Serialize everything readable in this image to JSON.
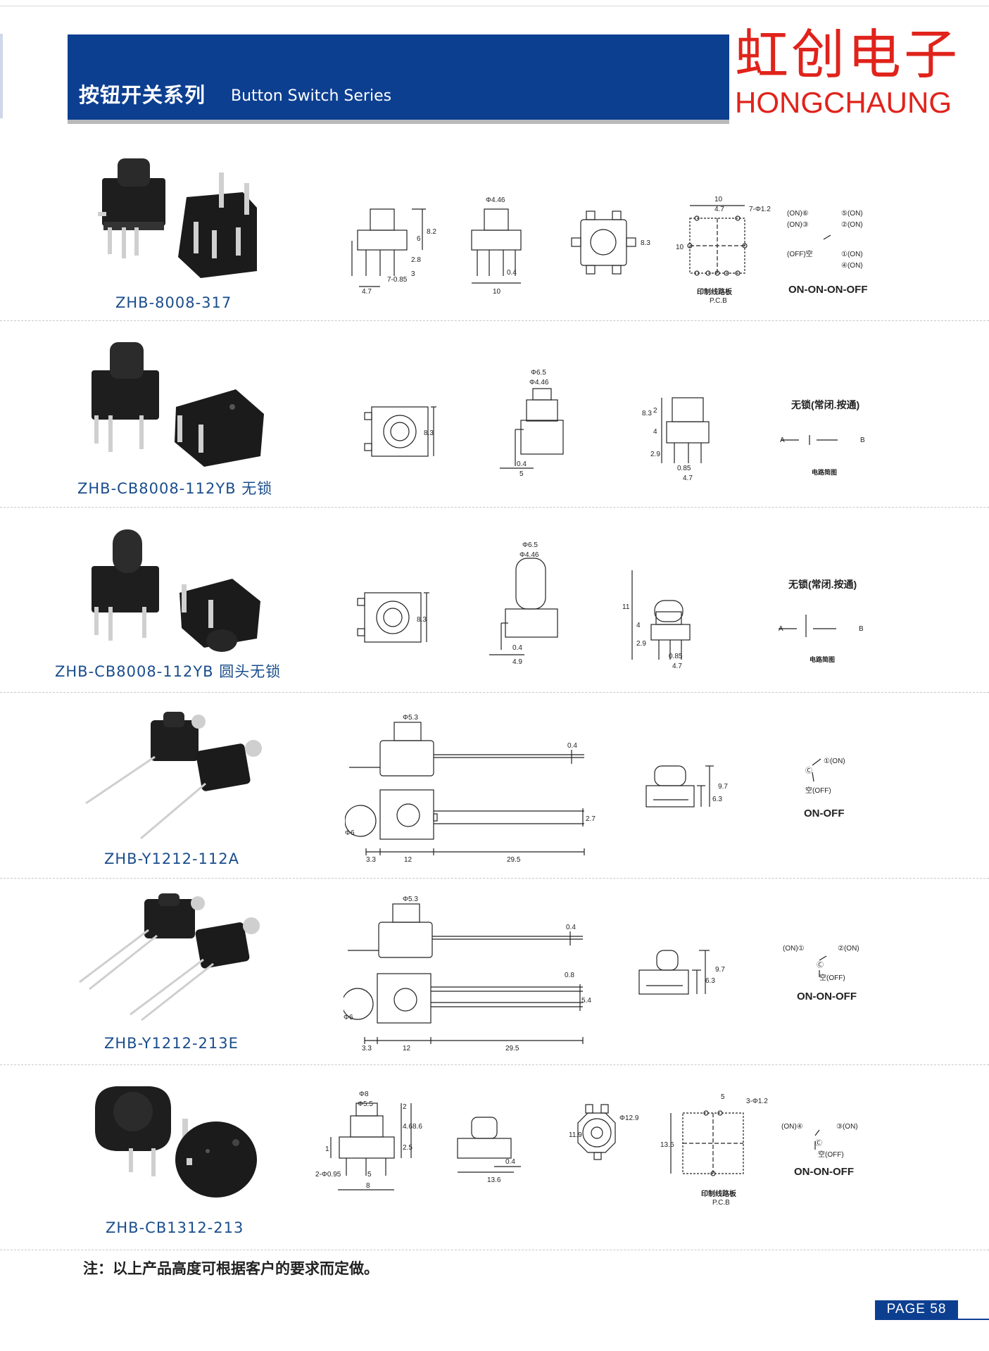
{
  "header": {
    "title_cn": "按钮开关系列",
    "title_en": "Button Switch Series",
    "brand_cn": "虹创电子",
    "brand_en": "HONGCHAUNG"
  },
  "products": [
    {
      "model": "ZHB-8008-317",
      "dims": {
        "d1": "4.7",
        "d2": "7-0.85",
        "d3": "3",
        "d4": "2.8",
        "d5": "6",
        "d6": "8.2",
        "d7": "Φ4.46",
        "d8": "0.4",
        "d9": "10",
        "d10": "8.3",
        "d11": "10",
        "d12": "4.7",
        "d13": "7-Φ1.2",
        "d14": "10"
      },
      "pcb_label_cn": "印制线路板",
      "pcb_label_en": "P.C.B",
      "pins": [
        "(ON)⑥",
        "(ON)③",
        "(OFF)空",
        "⑤(ON)",
        "②(ON)",
        "①(ON)",
        "④(ON)"
      ],
      "circuit": "ON-ON-ON-OFF"
    },
    {
      "model": "ZHB-CB8008-112YB 无锁",
      "dims": {
        "d1": "8.3",
        "d2": "Φ6.5",
        "d3": "Φ4.46",
        "d4": "0.4",
        "d5": "5",
        "d6": "8.3",
        "d7": "2",
        "d8": "4",
        "d9": "2.9",
        "d10": "0.85",
        "d11": "4.7"
      },
      "circuit_title": "无锁(常闭.按通)",
      "circuit_caption": "电路简图",
      "terminals": [
        "A",
        "B"
      ]
    },
    {
      "model": "ZHB-CB8008-112YB 圆头无锁",
      "dims": {
        "d1": "8.3",
        "d2": "Φ6.5",
        "d3": "Φ4.46",
        "d4": "0.4",
        "d5": "4.9",
        "d6": "11",
        "d7": "4",
        "d8": "2.9",
        "d9": "0.85",
        "d10": "4.7"
      },
      "circuit_title": "无锁(常闭.按通)",
      "circuit_caption": "电路简图",
      "terminals": [
        "A",
        "B"
      ]
    },
    {
      "model": "ZHB-Y1212-112A",
      "dims": {
        "d1": "Φ5.3",
        "d2": "0.4",
        "d3": "Φ6",
        "d4": "3.3",
        "d5": "12",
        "d6": "29.5",
        "d7": "2.7",
        "d8": "6.3",
        "d9": "9.7"
      },
      "pins": [
        "①(ON)",
        "Ⓒ",
        "空(OFF)"
      ],
      "circuit": "ON-OFF"
    },
    {
      "model": "ZHB-Y1212-213E",
      "dims": {
        "d1": "Φ5.3",
        "d2": "0.4",
        "d3": "Φ6",
        "d4": "3.3",
        "d5": "12",
        "d6": "29.5",
        "d7": "0.8",
        "d8": "5.4",
        "d9": "6.3",
        "d10": "9.7"
      },
      "pins": [
        "(ON)①",
        "②(ON)",
        "Ⓒ",
        "空(OFF)"
      ],
      "circuit": "ON-ON-OFF"
    },
    {
      "model": "ZHB-CB1312-213",
      "dims": {
        "d1": "Φ8",
        "d2": "Φ5.5",
        "d3": "2",
        "d4": "4.6",
        "d5": "8.6",
        "d6": "2.5",
        "d7": "1",
        "d8": "2-Φ0.95",
        "d9": "5",
        "d10": "8",
        "d11": "0.4",
        "d12": "13.6",
        "d13": "Φ12.9",
        "d14": "11.9",
        "d15": "5",
        "d16": "3-Φ1.2",
        "d17": "13.6"
      },
      "pcb_label_cn": "印制线路板",
      "pcb_label_en": "P.C.B",
      "pins": [
        "(ON)④",
        "③(ON)",
        "Ⓒ",
        "空(OFF)"
      ],
      "circuit": "ON-ON-OFF"
    }
  ],
  "footer": {
    "note": "注：以上产品高度可根据客户的要求而定做。",
    "page": "PAGE 58"
  }
}
